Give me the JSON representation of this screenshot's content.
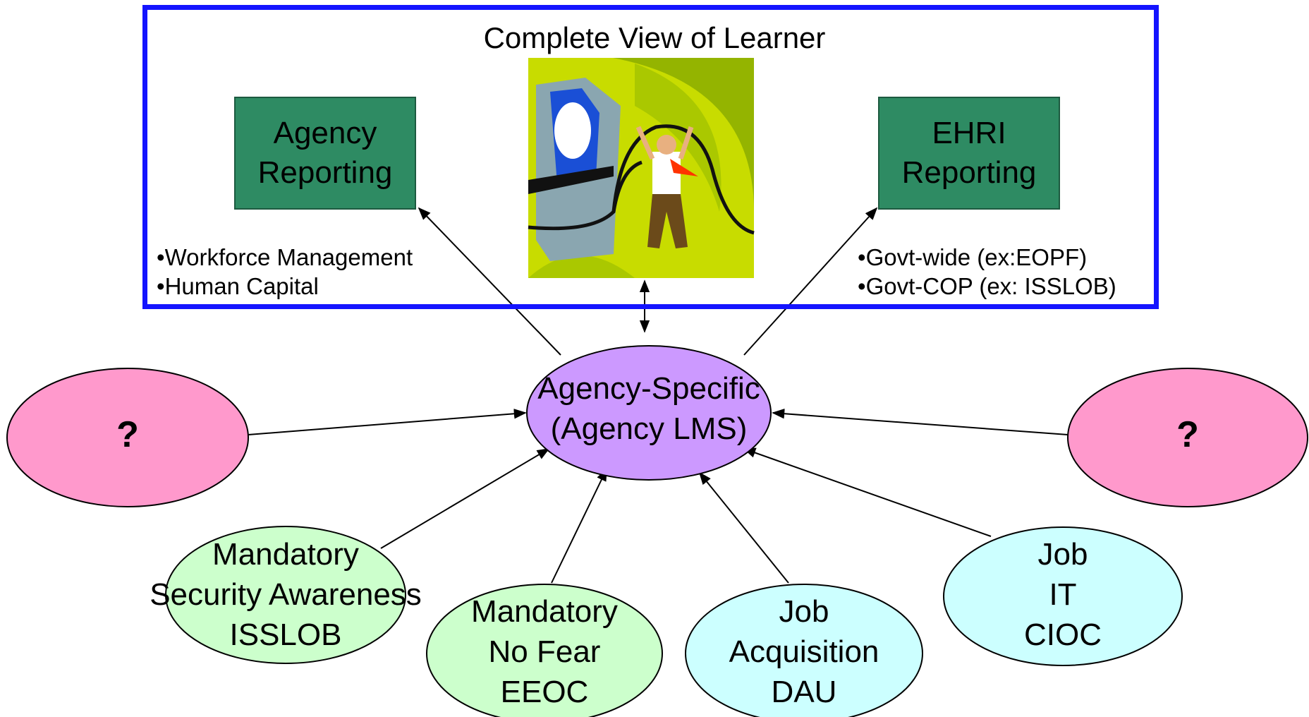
{
  "title": "Complete View of Learner",
  "agency_reporting": {
    "line1": "Agency",
    "line2": "Reporting"
  },
  "ehri_reporting": {
    "line1": "EHRI",
    "line2": "Reporting"
  },
  "left_bullets": [
    "Workforce Management",
    "Human Capital"
  ],
  "right_bullets": [
    "Govt-wide (ex:EOPF)",
    "Govt-COP (ex: ISSLOB)"
  ],
  "center": {
    "line1": "Agency-Specific",
    "line2": "(Agency LMS)"
  },
  "unknown_left": "?",
  "unknown_right": "?",
  "sources": [
    {
      "line1": "Mandatory",
      "line2": "Security Awareness",
      "line3": "ISSLOB"
    },
    {
      "line1": "Mandatory",
      "line2": "No Fear",
      "line3": "EEOC"
    },
    {
      "line1": "Job",
      "line2": "Acquisition",
      "line3": "DAU"
    },
    {
      "line1": "Job",
      "line2": "IT",
      "line3": "CIOC"
    }
  ],
  "colors": {
    "frame": "#1414ff",
    "green_box": "#2e8b63",
    "center_node": "#cc99ff",
    "unknown_nodes": "#ff99cc",
    "mandatory_nodes": "#ccffcc",
    "job_nodes": "#ccffff",
    "clipart_bg": "#c8dc00"
  },
  "clipart": "person-pulling-cable-from-computer-illustration"
}
